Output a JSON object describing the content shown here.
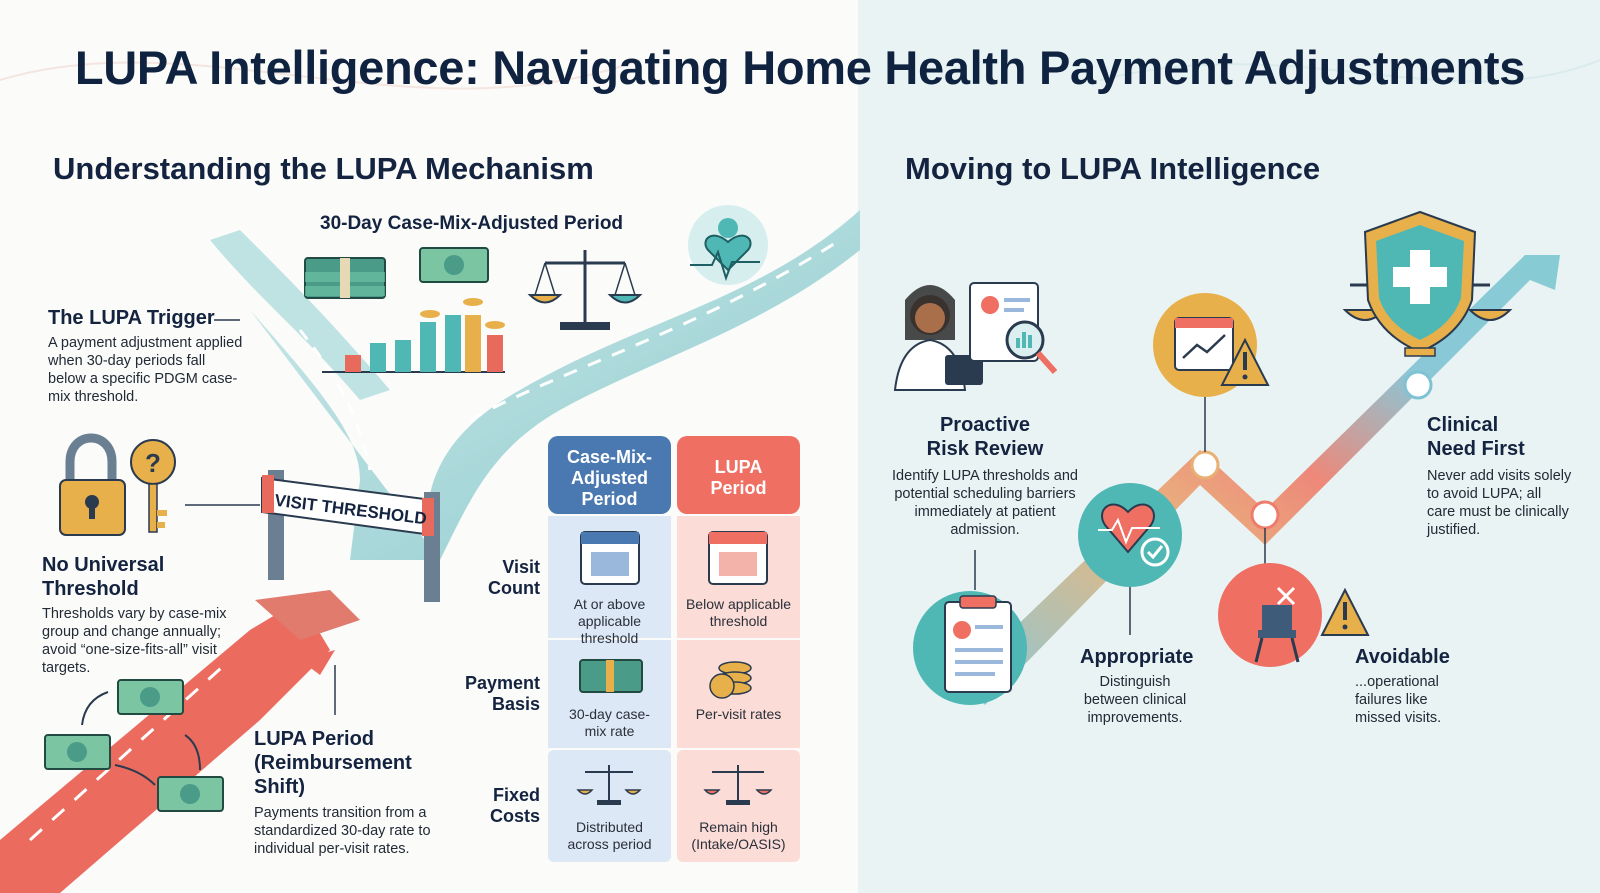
{
  "title": "LUPA Intelligence: Navigating Home Health Payment Adjustments",
  "left": {
    "heading": "Understanding the LUPA Mechanism",
    "period_label": "30-Day Case-Mix-Adjusted Period",
    "trigger": {
      "title": "The LUPA Trigger",
      "body": "A payment adjustment applied when 30-day periods fall below a specific PDGM case-mix threshold."
    },
    "no_threshold": {
      "title": "No Universal Threshold",
      "body": "Thresholds vary by case-mix group and change annually; avoid “one-size-fits-all” visit targets."
    },
    "visit_threshold_sign": "VISIT THRESHOLD",
    "lupa_period": {
      "title_line1": "LUPA Period",
      "title_line2": "(Reimbursement Shift)",
      "body": "Payments transition from a standardized 30-day rate to individual per-visit rates."
    },
    "comparison": {
      "col1": "Case-Mix-Adjusted Period",
      "col2": "LUPA Period",
      "rows": [
        {
          "label": "Visit Count",
          "c1": "At or above applicable threshold",
          "c2": "Below applicable threshold"
        },
        {
          "label": "Payment Basis",
          "c1": "30-day case-mix rate",
          "c2": "Per-visit rates"
        },
        {
          "label": "Fixed Costs",
          "c1": "Distributed across period",
          "c2": "Remain high (Intake/OASIS)"
        }
      ]
    }
  },
  "right": {
    "heading": "Moving to LUPA Intelligence",
    "proactive": {
      "title_line1": "Proactive",
      "title_line2": "Risk Review",
      "body": "Identify LUPA thresholds and potential scheduling barriers immediately at patient admission."
    },
    "clinical": {
      "title_line1": "Clinical",
      "title_line2": "Need First",
      "body": "Never add visits solely to avoid LUPA; all care must be clinically justified."
    },
    "appropriate": {
      "title": "Appropriate",
      "body": "Distinguish between clinical improvements."
    },
    "avoidable": {
      "title": "Avoidable",
      "body": "...operational failures like missed visits."
    }
  },
  "colors": {
    "navy": "#14233f",
    "blue_header": "#4a78b0",
    "coral_header": "#ef6f63",
    "blue_cell": "#dce8f5",
    "coral_cell": "#fbdcd6",
    "teal": "#4fb8b5",
    "road_coral": "#ec6b5f",
    "gold": "#e8b04a"
  }
}
